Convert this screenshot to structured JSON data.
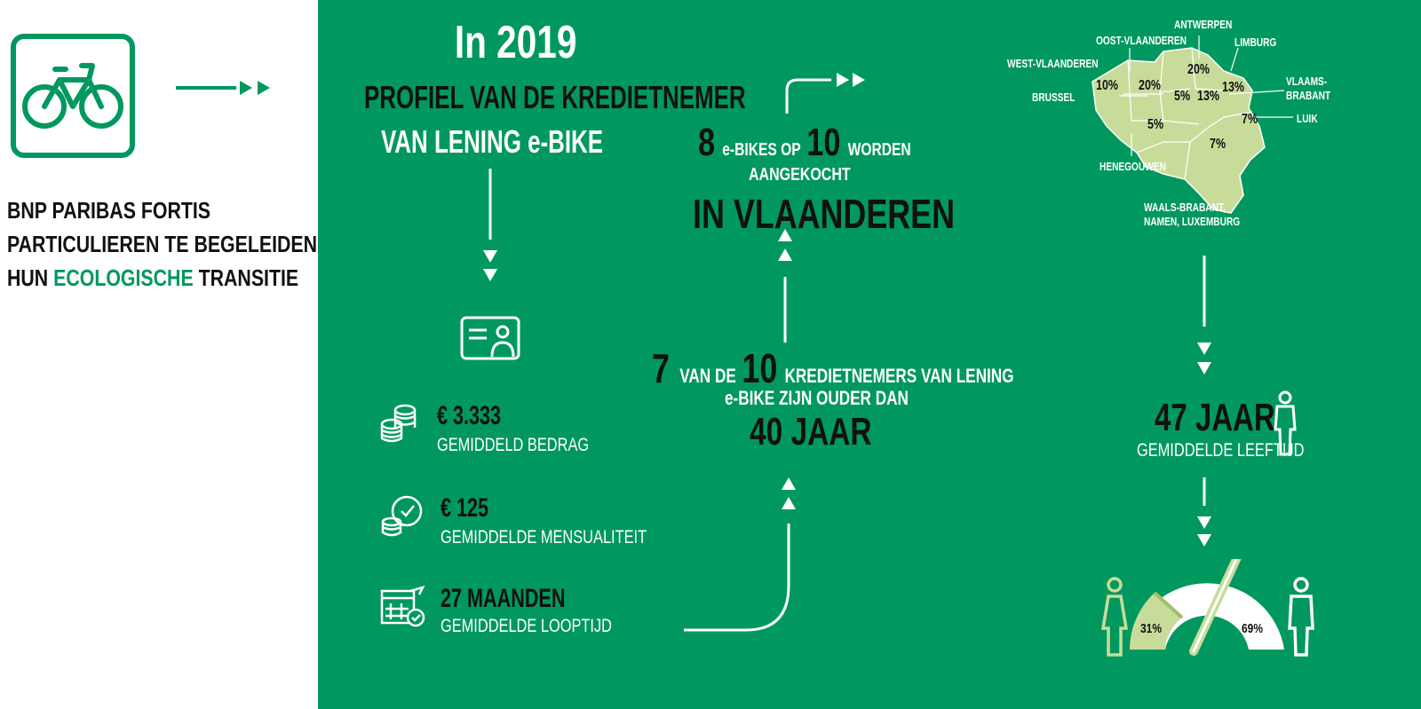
{
  "tagline": {
    "line1": "BNP PARIBAS FORTIS",
    "line2": "PARTICULIEREN TE BEGELEIDEN BIJ",
    "line3_pre": "HUN ",
    "line3_highlight": "ECOLOGISCHE",
    "line3_post": " TRANSITIE"
  },
  "header": {
    "year": "In 2019",
    "profile_line1": "PROFIEL VAN DE KREDIETNEMER",
    "profile_line2": "VAN LENING e-BIKE"
  },
  "stats": [
    {
      "value": "€ 3.333",
      "label": "GEMIDDELD BEDRAG",
      "icon": "coins-icon"
    },
    {
      "value": "€ 125",
      "label": "GEMIDDELDE MENSUALITEIT",
      "icon": "coins-clock-icon"
    },
    {
      "value": "27 MAANDEN",
      "label": "GEMIDDELDE LOOPTIJD",
      "icon": "calendar-icon"
    }
  ],
  "flanders": {
    "num1": "8",
    "text1": "e-BIKES OP",
    "num2": "10",
    "text2": "WORDEN",
    "line2": "AANGEKOCHT",
    "line3": "IN VLAANDEREN"
  },
  "age_stat": {
    "num1": "7",
    "text1": "VAN DE",
    "num2": "10",
    "text2": "KREDIETNEMERS VAN LENING",
    "line2": "e-BIKE  ZIJN OUDER DAN",
    "line3": "40 JAAR"
  },
  "map": {
    "regions": [
      {
        "name": "ANTWERPEN",
        "pct": "20%"
      },
      {
        "name": "OOST-VLAANDEREN",
        "pct": "20%"
      },
      {
        "name": "LIMBURG",
        "pct": "13%"
      },
      {
        "name": "WEST-VLAANDEREN",
        "pct": "10%"
      },
      {
        "name": "BRUSSEL",
        "pct": "5%"
      },
      {
        "name": "VLAAMS-",
        "name2": "BRABANT",
        "pct": "13%"
      },
      {
        "name": "LUIK",
        "pct": "7%"
      },
      {
        "name": "HENEGOUWEN",
        "pct": "5%"
      },
      {
        "name": "WAALS-BRABANT,",
        "name2": "NAMEN, LUXEMBURG",
        "pct": "7%"
      }
    ]
  },
  "avg_age": {
    "value": "47 JAAR",
    "label": "GEMIDDELDE LEEFTIJD"
  },
  "gender": {
    "female_pct": "31%",
    "male_pct": "69%",
    "female_share": 0.31
  },
  "colors": {
    "green": "#00985f",
    "light_green": "#c8dc9a",
    "dark": "#111111"
  }
}
